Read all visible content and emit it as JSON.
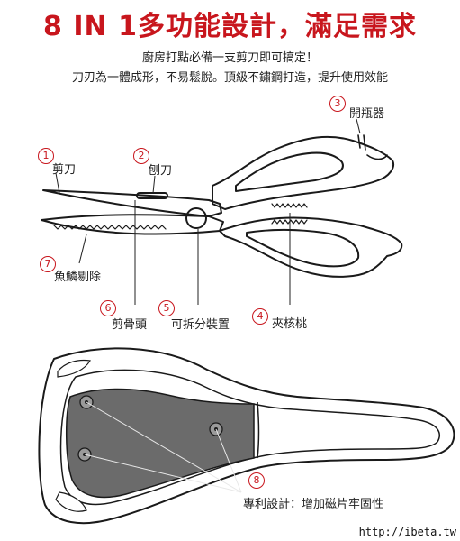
{
  "header": {
    "title": "8 IN 1多功能設計，滿足需求",
    "line1": "廚房打點必備一支剪刀即可搞定！",
    "line2": "刀刃為一體成形，不易鬆脫。頂級不鏽鋼打造，提升使用效能"
  },
  "callouts": [
    {
      "num": "1",
      "label": "剪刀"
    },
    {
      "num": "2",
      "label": "刨刀"
    },
    {
      "num": "3",
      "label": "開瓶器"
    },
    {
      "num": "4",
      "label": "夾核桃"
    },
    {
      "num": "5",
      "label": "可拆分裝置"
    },
    {
      "num": "6",
      "label": "剪骨頭"
    },
    {
      "num": "7",
      "label": "魚鱗剔除"
    },
    {
      "num": "8",
      "label": "專利設計：增加磁片牢固性"
    }
  ],
  "watermark": "http://ibeta.tw",
  "colors": {
    "accent": "#c8161d",
    "case_fill": "#6b6b6b",
    "outline": "#1a1a1a"
  }
}
